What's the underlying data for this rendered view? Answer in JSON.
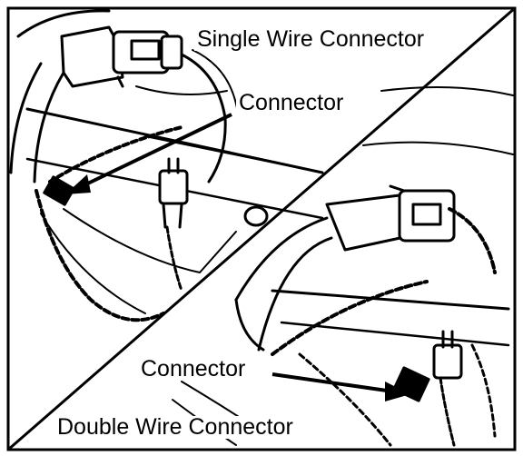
{
  "labels": {
    "single_wire_connector": "Single Wire Connector",
    "connector_top": "Connector",
    "connector_bottom": "Connector",
    "double_wire_connector": "Double Wire Connector"
  },
  "colors": {
    "ink": "#000000",
    "paper": "#ffffff"
  }
}
